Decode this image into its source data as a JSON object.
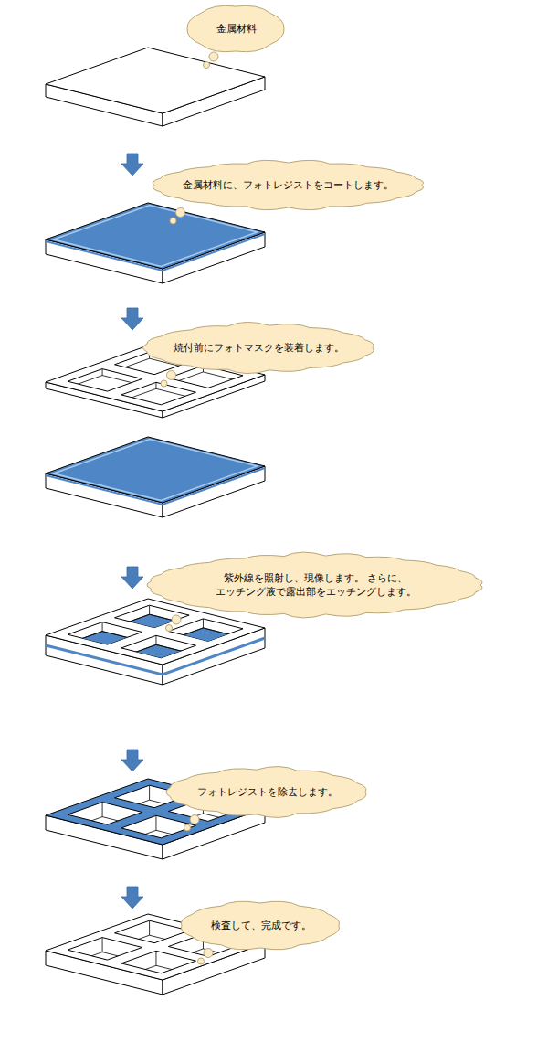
{
  "diagram": {
    "nodes": [
      {
        "text": [
          "金属材料"
        ]
      },
      {
        "text": [
          "金属材料に、フォトレジストをコートします。"
        ]
      },
      {
        "text": [
          "焼付前にフォトマスクを装着します。"
        ]
      },
      {
        "text": [
          "紫外線を照射し、現像します。 さらに、エッチング液で露出部をエッチングします。"
        ]
      },
      {
        "text": [
          "フォトレジストを除去します。"
        ]
      },
      {
        "text": [
          "検査して、完成です。"
        ]
      }
    ]
  }
}
